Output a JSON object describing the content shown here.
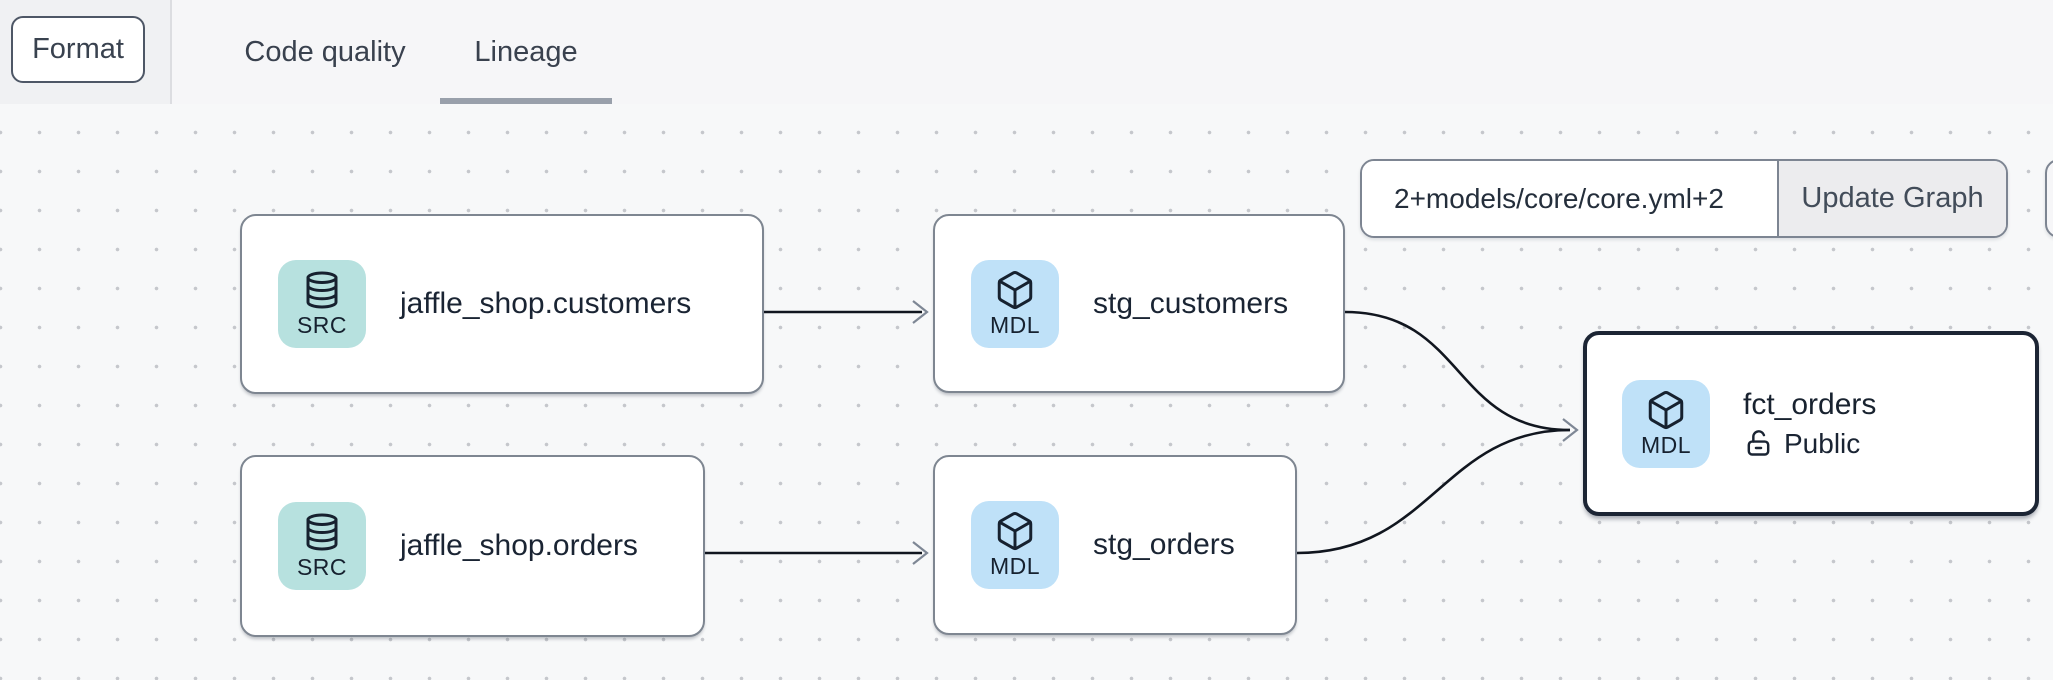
{
  "header": {
    "format_button_label": "Format",
    "tabs": [
      {
        "label": "Code quality",
        "active": false
      },
      {
        "label": "Lineage",
        "active": true
      }
    ]
  },
  "lineage_toolbar": {
    "selector_value": "2+models/core/core.yml+2",
    "update_button_label": "Update Graph"
  },
  "graph": {
    "nodes": [
      {
        "label": "jaffle_shop.customers",
        "type": "SRC",
        "icon": "database-icon",
        "selected": false
      },
      {
        "label": "stg_customers",
        "type": "MDL",
        "icon": "cube-icon",
        "selected": false
      },
      {
        "label": "jaffle_shop.orders",
        "type": "SRC",
        "icon": "database-icon",
        "selected": false
      },
      {
        "label": "stg_orders",
        "type": "MDL",
        "icon": "cube-icon",
        "selected": false
      },
      {
        "label": "fct_orders",
        "type": "MDL",
        "icon": "cube-icon",
        "selected": true,
        "access": "Public",
        "access_icon": "unlock-icon"
      }
    ],
    "edges": [
      {
        "from": "jaffle_shop.customers",
        "to": "stg_customers"
      },
      {
        "from": "jaffle_shop.orders",
        "to": "stg_orders"
      },
      {
        "from": "stg_customers",
        "to": "fct_orders"
      },
      {
        "from": "stg_orders",
        "to": "fct_orders"
      }
    ]
  },
  "colors": {
    "source_badge": "#b7e1df",
    "model_badge": "#bfe1f8",
    "node_border": "#7e8691",
    "selected_node_border": "#1c2534",
    "edge": "#11161f",
    "arrowhead": "#7e8795",
    "tab_underline": "#99a0ab",
    "canvas_dot": "#c5c7cc",
    "update_button_bg": "#ececee"
  }
}
